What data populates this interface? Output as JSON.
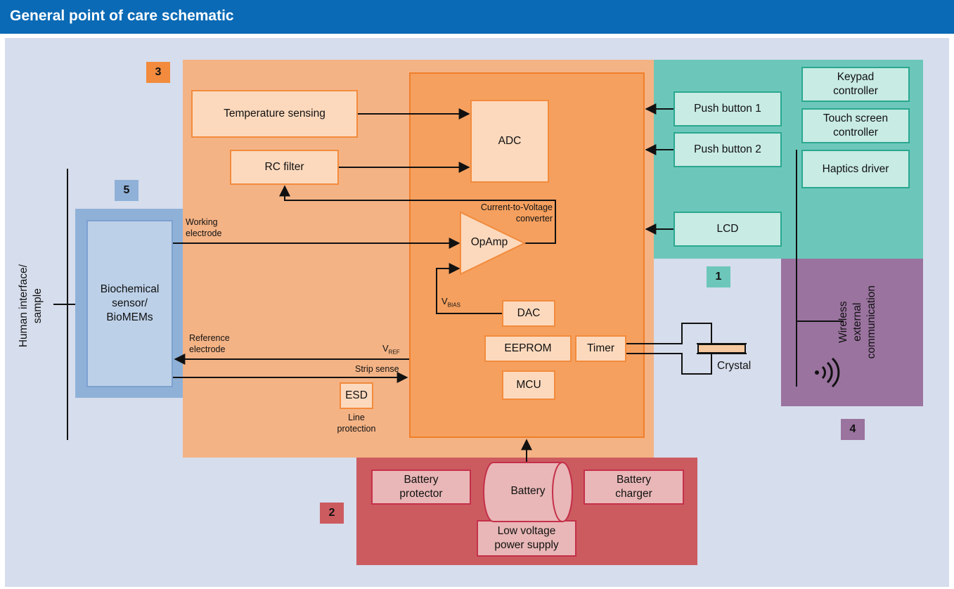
{
  "header": {
    "title": "General point of care schematic"
  },
  "badges": {
    "b1": "1",
    "b2": "2",
    "b3": "3",
    "b4": "4",
    "b5": "5"
  },
  "sensing": {
    "temperature": "Temperature sensing",
    "rc_filter": "RC filter",
    "adc": "ADC",
    "opamp": "OpAmp",
    "converter": "Current-to-Voltage\nconverter",
    "vbias_main": "V",
    "vbias_sub": "BIAS",
    "dac": "DAC",
    "eeprom": "EEPROM",
    "timer": "Timer",
    "mcu": "MCU",
    "working_electrode": "Working\nelectrode",
    "reference_electrode": "Reference\nelectrode",
    "vref_main": "V",
    "vref_sub": "REF",
    "strip_sense": "Strip sense",
    "esd": "ESD",
    "line_protection": "Line\nprotection",
    "crystal": "Crystal"
  },
  "interface": {
    "push_button_1": "Push button 1",
    "push_button_2": "Push button 2",
    "lcd": "LCD",
    "keypad": "Keypad\ncontroller",
    "touch_screen": "Touch screen\ncontroller",
    "haptics": "Haptics driver"
  },
  "wireless": {
    "label": "Wireless\nexternal\ncommunication",
    "icon": "wireless-signal-icon"
  },
  "power": {
    "battery_protector": "Battery\nprotector",
    "battery": "Battery",
    "battery_charger": "Battery\ncharger",
    "low_voltage": "Low voltage\npower supply"
  },
  "sensor": {
    "biochemical": "Biochemical\nsensor/\nBioMEMs",
    "human_interface": "Human interface/\nsample"
  },
  "colors": {
    "header_bg": "#0a6ab5",
    "canvas_bg": "#d6ddec",
    "region_3": "#f4b385",
    "mcu_block": "#f5a05f",
    "region_1": "#6cc7ba",
    "region_4": "#9a739f",
    "region_2": "#cc5b60",
    "region_5": "#8fb1d8"
  }
}
